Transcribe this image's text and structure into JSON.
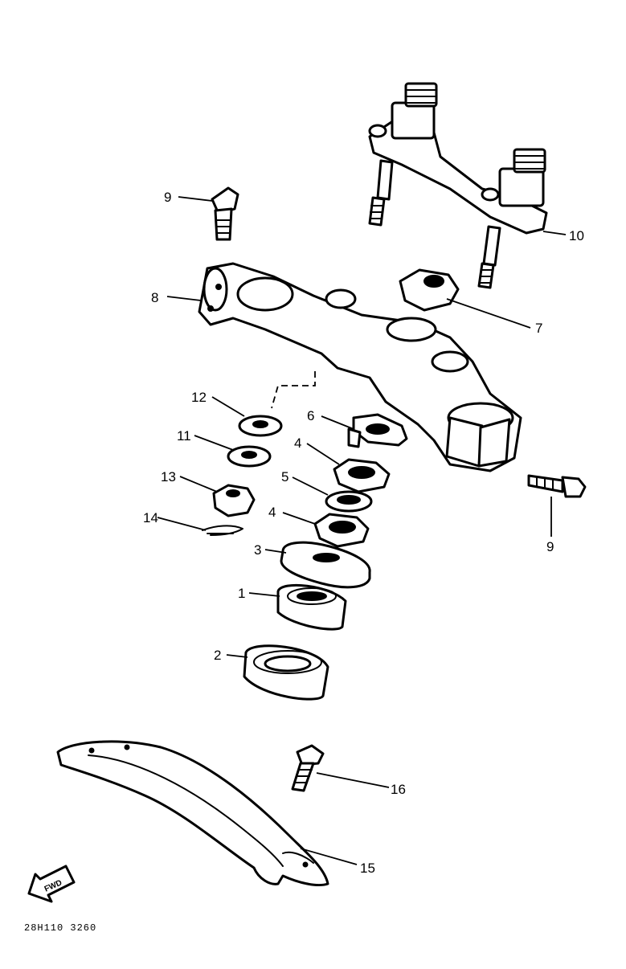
{
  "diagram": {
    "callouts": {
      "c1": "1",
      "c2": "2",
      "c3": "3",
      "c4a": "4",
      "c4b": "4",
      "c5": "5",
      "c6": "6",
      "c7": "7",
      "c8": "8",
      "c9a": "9",
      "c9b": "9",
      "c10": "10",
      "c11": "11",
      "c12": "12",
      "c13": "13",
      "c14": "14",
      "c15": "15",
      "c16": "16"
    },
    "direction_arrow": "FWD",
    "figure_code": "28H110 3260"
  }
}
